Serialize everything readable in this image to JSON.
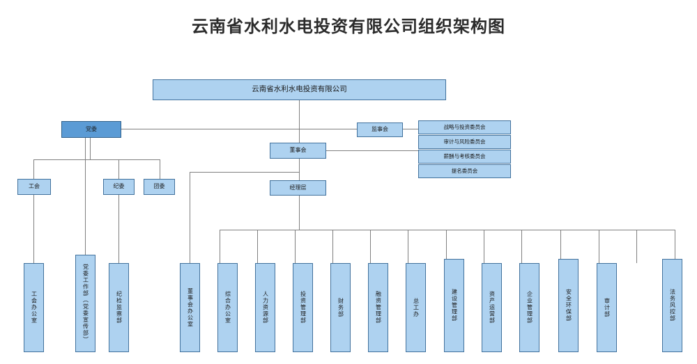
{
  "title": "云南省水利水电投资有限公司组织架构图",
  "colors": {
    "box_fill": "#aed2f0",
    "box_border": "#41719c",
    "accent_fill": "#5b9bd5",
    "line": "#7f7f7f",
    "title_text": "#2b2b2b"
  },
  "nodes": {
    "company": "云南省水利水电投资有限公司",
    "party_committee": "党委",
    "board_of_supervisors": "监事会",
    "board_of_directors": "董事会",
    "management": "经理层",
    "labor_union": "工会",
    "discipline_committee": "纪委",
    "youth_league": "团委"
  },
  "committees": [
    "战略与投资委员会",
    "审计与风险委员会",
    "薪酬与考核委员会",
    "提名委员会"
  ],
  "party_departments": [
    "工会办公室",
    "党委工作部（党委宣传部）",
    "纪检监察部"
  ],
  "departments": [
    "董事会办公室",
    "综合办公室",
    "人力资源部",
    "投资管理部",
    "财务部",
    "融资管理部",
    "总工办",
    "建设管理部",
    "资产运营部",
    "企业管理部",
    "安全环保部",
    "审计部",
    "法务风控部"
  ]
}
